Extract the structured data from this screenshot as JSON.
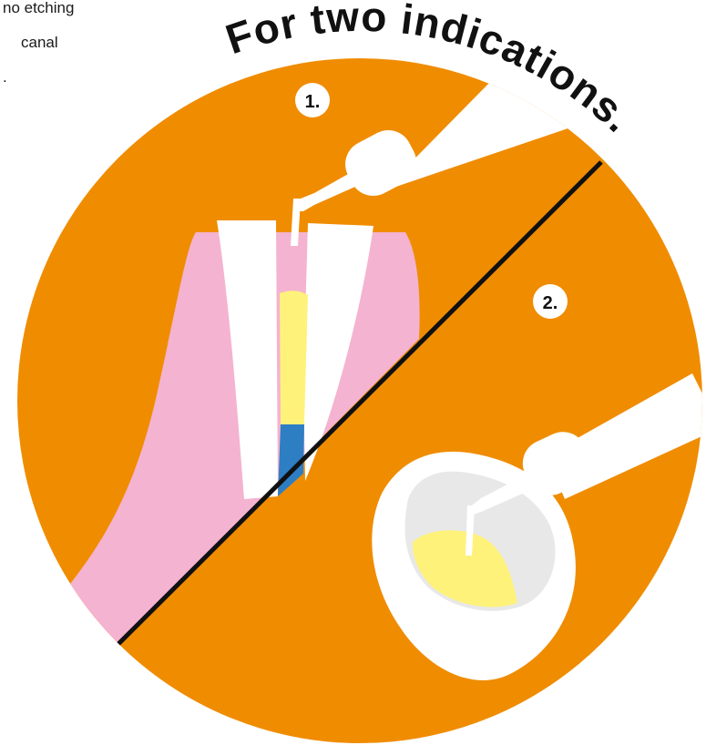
{
  "side_text": {
    "line1": "no etching",
    "line2": "canal",
    "line3": "."
  },
  "headline": "For two indications.",
  "steps": {
    "step1": "1.",
    "step2": "2."
  },
  "colors": {
    "orange": "#F08C00",
    "gum_pink": "#F4B3D0",
    "tooth_white": "#FFFFFF",
    "filling_yellow": "#FFF27A",
    "root_blue": "#2E7EC4",
    "dish_gray": "#E8E8E8",
    "divider": "#111111"
  },
  "icons": {
    "tool1": "syringe-applicator-icon",
    "tool2": "syringe-applicator-icon",
    "tooth": "tooth-cross-section-icon",
    "dish": "mixing-dish-icon"
  }
}
